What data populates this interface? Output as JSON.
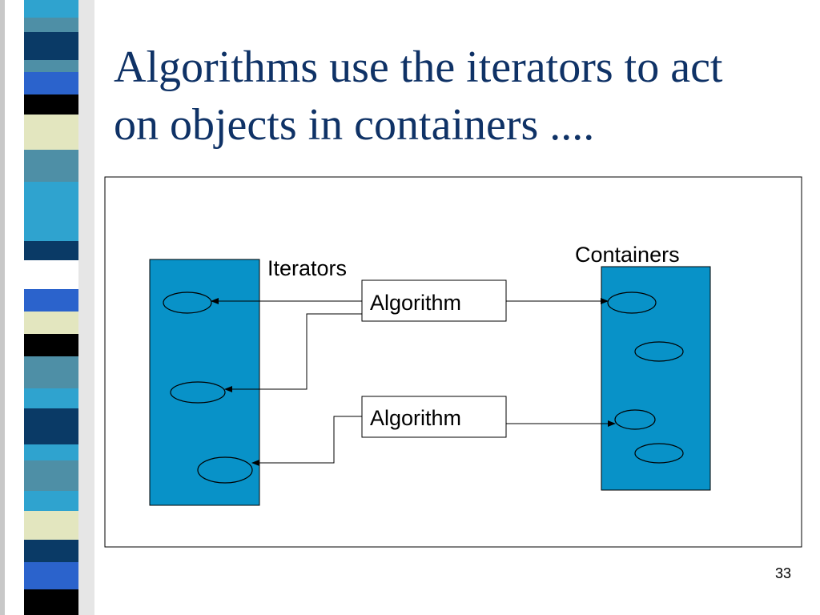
{
  "slide": {
    "title_line1": "Algorithms use the iterators to act",
    "title_line2": "on objects in containers ....",
    "page_number": "33"
  },
  "diagram": {
    "iterators_label": "Iterators",
    "containers_label": "Containers",
    "algorithm_1_label": "Algorithm",
    "algorithm_2_label": "Algorithm"
  },
  "colors": {
    "title": "#0f3266",
    "container_fill": "#0892c8",
    "stripe_palette": [
      "#0a3a66",
      "#2fa3cf",
      "#4e8fa6",
      "#e3e6bf",
      "#000000",
      "#2b63cc",
      "#ffffff"
    ]
  }
}
